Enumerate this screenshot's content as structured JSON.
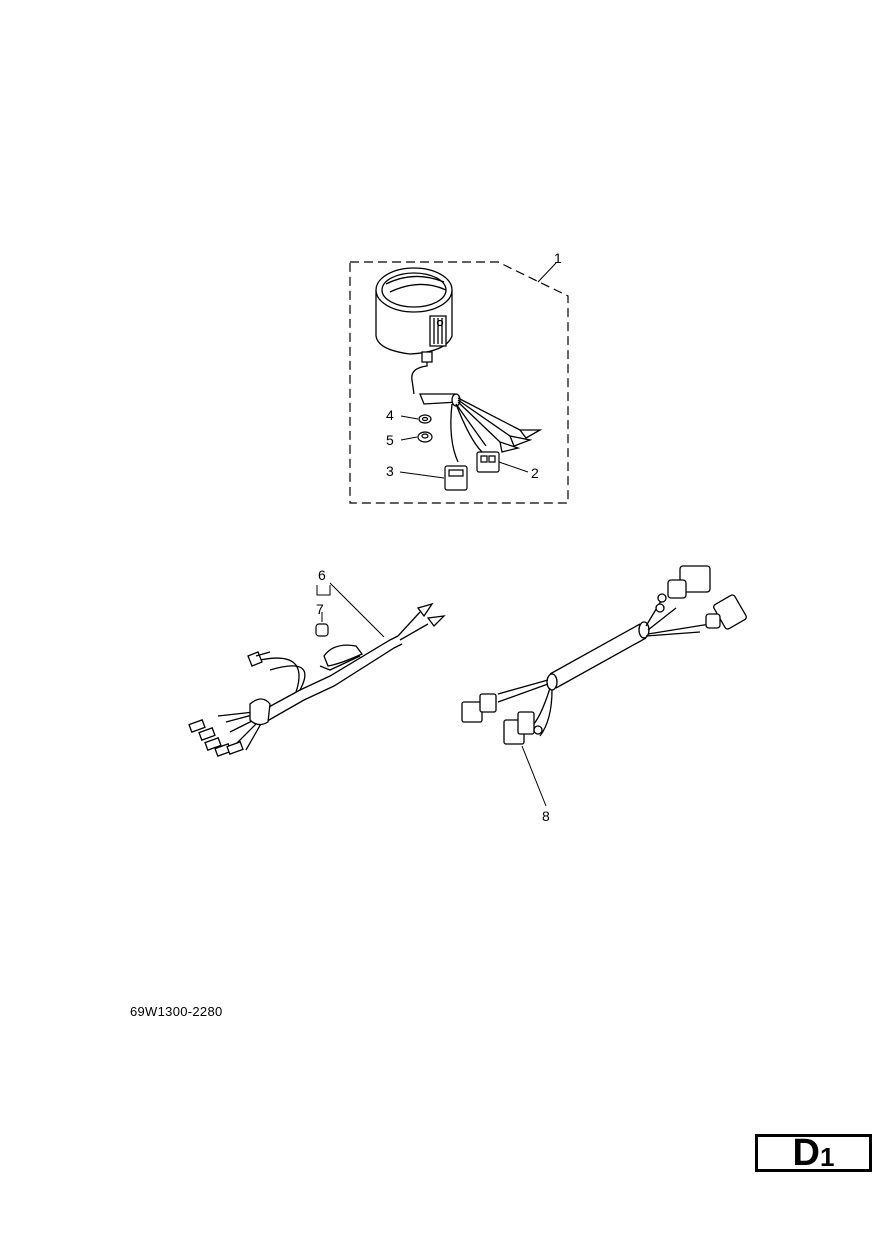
{
  "callouts": [
    "1",
    "2",
    "3",
    "4",
    "5",
    "6",
    "7",
    "8"
  ],
  "diagram_code": "69W1300-2280",
  "page_label": {
    "letter": "D",
    "number": "1"
  }
}
